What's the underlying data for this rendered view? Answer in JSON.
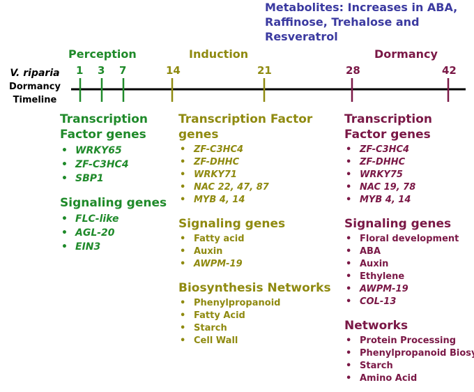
{
  "metabolites": "Metabolites: Increases in ABA, Raffinose, Trehalose and Resveratrol",
  "timeline_label": {
    "species": "V. riparia",
    "line1": "Dormancy",
    "line2": "Timeline"
  },
  "phases": {
    "perception": "Perception",
    "induction": "Induction",
    "dormancy": "Dormancy"
  },
  "ticks": [
    "1",
    "3",
    "7",
    "14",
    "21",
    "28",
    "42"
  ],
  "colors": {
    "perception": "#1f8a2a",
    "induction": "#8f8a10",
    "dormancy": "#7a1846",
    "metabolites": "#3b3aa0"
  },
  "perception": {
    "tf_heading": "Transcription Factor genes",
    "tf_items": [
      "WRKY65",
      "ZF-C3HC4",
      "SBP1"
    ],
    "sig_heading": "Signaling genes",
    "sig_items": [
      "FLC-like",
      "AGL-20",
      "EIN3"
    ]
  },
  "induction": {
    "tf_heading": "Transcription Factor genes",
    "tf_items": [
      "ZF-C3HC4",
      "ZF-DHHC",
      "WRKY71",
      "NAC 22, 47, 87",
      "MYB 4, 14"
    ],
    "sig_heading": "Signaling genes",
    "sig_items": [
      "Fatty acid",
      "Auxin",
      "AWPM-19"
    ],
    "bio_heading": "Biosynthesis Networks",
    "bio_items": [
      "Phenylpropanoid",
      "Fatty Acid",
      "Starch",
      "Cell Wall"
    ]
  },
  "dormancy": {
    "tf_heading": "Transcription Factor genes",
    "tf_items": [
      "ZF-C3HC4",
      "ZF-DHHC",
      "WRKY75",
      "NAC 19, 78",
      "MYB 4, 14"
    ],
    "sig_heading": "Signaling genes",
    "sig_items": [
      "Floral development",
      "ABA",
      "Auxin",
      "Ethylene",
      "AWPM-19",
      "COL-13"
    ],
    "net_heading": "Networks",
    "net_items": [
      "Protein Processing",
      "Phenylpropanoid Biosyn",
      "Starch",
      "Amino Acid"
    ]
  }
}
